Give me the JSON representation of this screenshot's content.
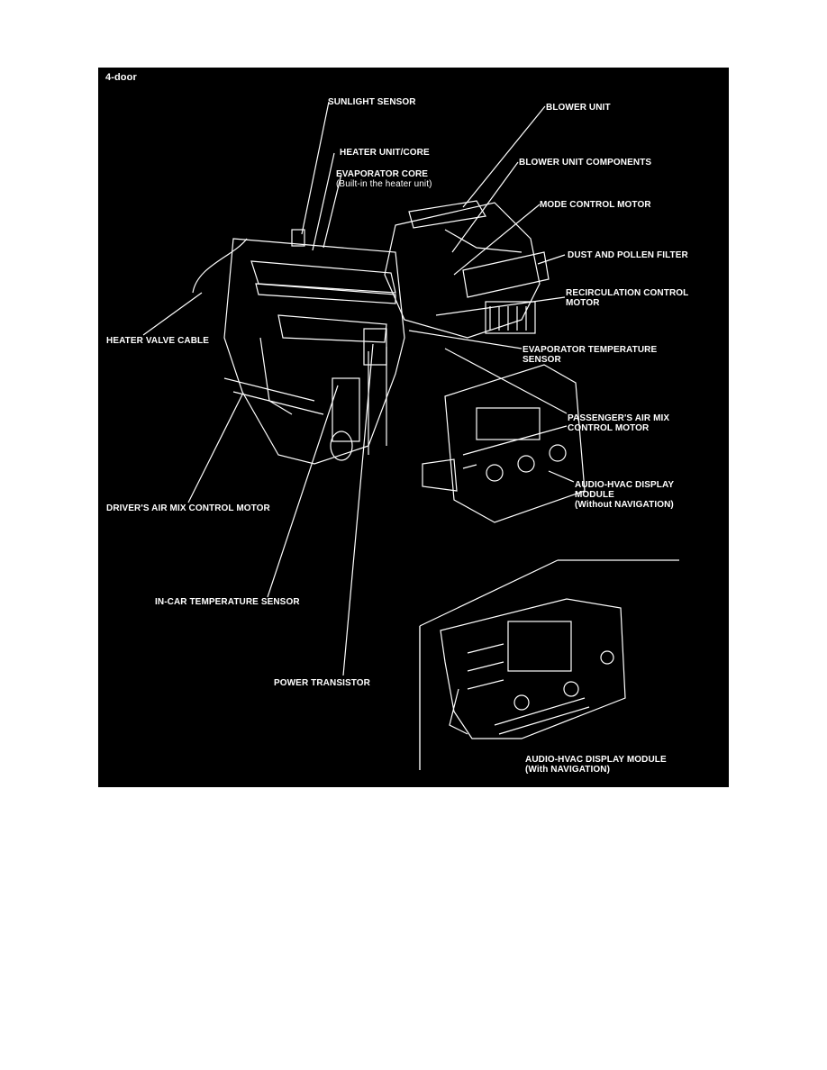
{
  "diagram": {
    "title": "4-door",
    "labels": {
      "sunlight_sensor": "SUNLIGHT SENSOR",
      "heater_unit_core": "HEATER UNIT/CORE",
      "evaporator_core": "EVAPORATOR CORE",
      "evaporator_core_note": "(Built-in the heater unit)",
      "blower_unit": "BLOWER UNIT",
      "blower_unit_components": "BLOWER UNIT COMPONENTS",
      "mode_control_motor": "MODE CONTROL MOTOR",
      "dust_pollen_filter": "DUST AND POLLEN FILTER",
      "recirculation_line1": "RECIRCULATION CONTROL",
      "recirculation_line2": "MOTOR",
      "heater_valve_cable": "HEATER VALVE CABLE",
      "evap_temp_line1": "EVAPORATOR TEMPERATURE",
      "evap_temp_line2": "SENSOR",
      "passenger_mix_line1": "PASSENGER'S AIR MIX",
      "passenger_mix_line2": "CONTROL MOTOR",
      "audio_no_nav_line1": "AUDIO-HVAC DISPLAY",
      "audio_no_nav_line2": "MODULE",
      "audio_no_nav_line3": "(Without NAVIGATION)",
      "driver_mix": "DRIVER'S AIR MIX CONTROL MOTOR",
      "incar_temp": "IN-CAR TEMPERATURE SENSOR",
      "power_transistor": "POWER TRANSISTOR",
      "audio_nav_line1": "AUDIO-HVAC DISPLAY MODULE",
      "audio_nav_line2": "(With NAVIGATION)"
    }
  },
  "colors": {
    "background": "#000000",
    "ink": "#ffffff",
    "page": "#ffffff"
  }
}
